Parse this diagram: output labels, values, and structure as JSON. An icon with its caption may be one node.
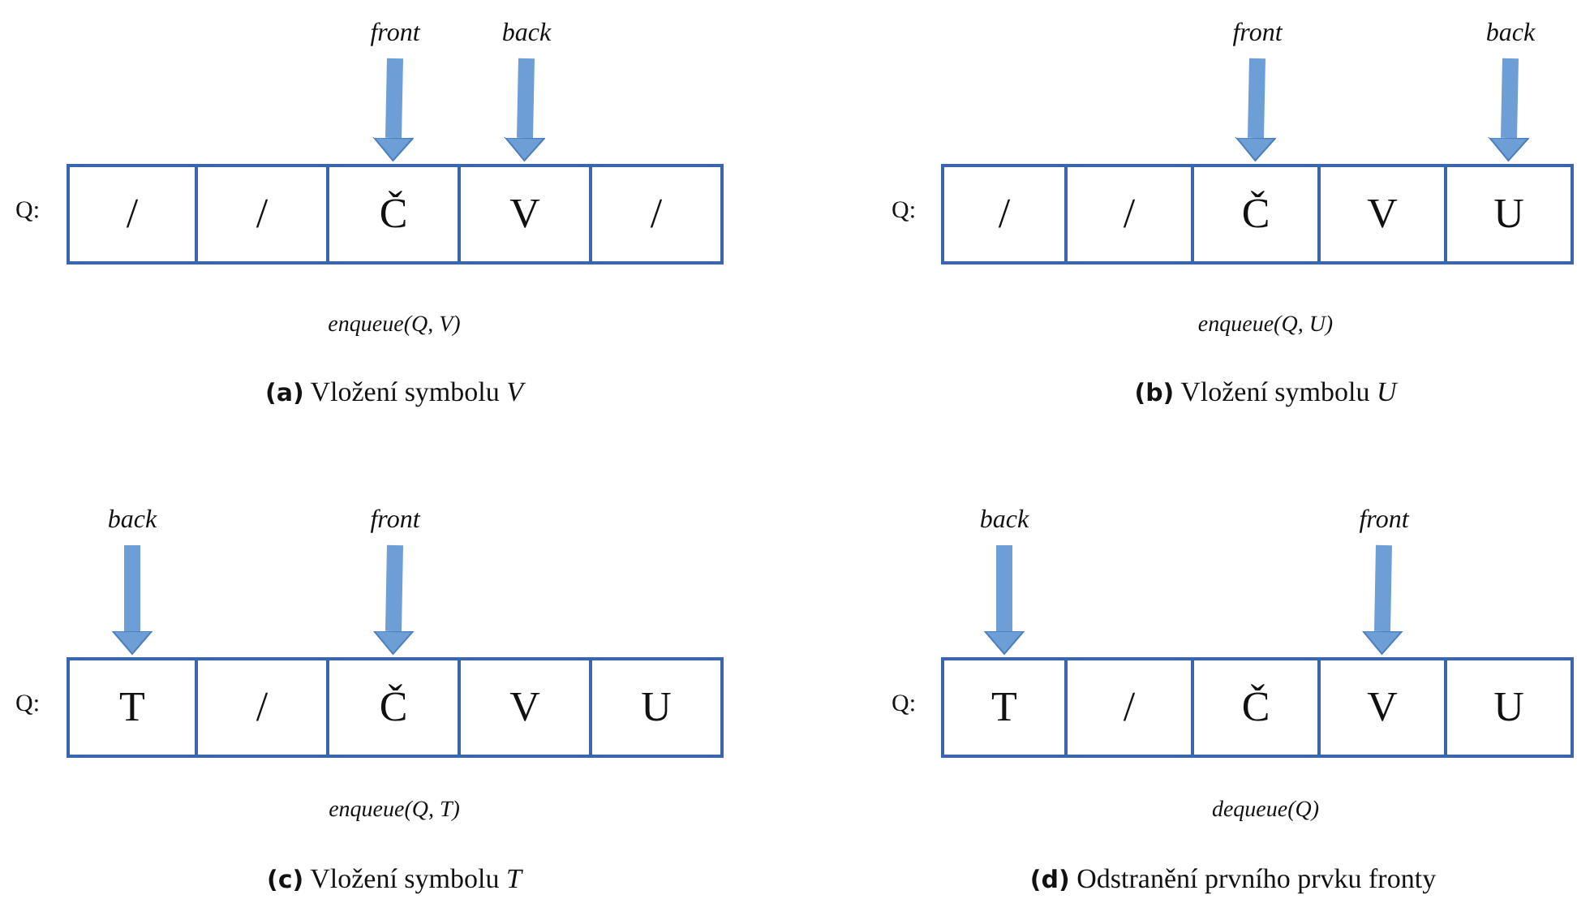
{
  "diagram": {
    "nodes": [
      {
        "text": [
          "front"
        ]
      },
      {
        "text": [
          "back"
        ]
      },
      {
        "text": [
          "/"
        ]
      },
      {
        "text": [
          "/"
        ]
      },
      {
        "text": [
          "Č"
        ]
      },
      {
        "text": [
          "V"
        ]
      },
      {
        "text": [
          "/"
        ]
      },
      {
        "text": [
          "front"
        ]
      },
      {
        "text": [
          "back"
        ]
      },
      {
        "text": [
          "/"
        ]
      },
      {
        "text": [
          "/"
        ]
      },
      {
        "text": [
          "Č"
        ]
      },
      {
        "text": [
          "V"
        ]
      },
      {
        "text": [
          "U"
        ]
      },
      {
        "text": [
          "back"
        ]
      },
      {
        "text": [
          "front"
        ]
      },
      {
        "text": [
          "T"
        ]
      },
      {
        "text": [
          "/"
        ]
      },
      {
        "text": [
          "Č"
        ]
      },
      {
        "text": [
          "V"
        ]
      },
      {
        "text": [
          "U"
        ]
      },
      {
        "text": [
          "back"
        ]
      },
      {
        "text": [
          "front"
        ]
      },
      {
        "text": [
          "T"
        ]
      },
      {
        "text": [
          "/"
        ]
      },
      {
        "text": [
          "Č"
        ]
      },
      {
        "text": [
          "V"
        ]
      },
      {
        "text": [
          "U"
        ]
      }
    ],
    "edges": [
      {
        "from": 0,
        "to": 4,
        "arrow": "to"
      },
      {
        "from": 1,
        "to": 5,
        "arrow": "to"
      },
      {
        "from": 7,
        "to": 11,
        "arrow": "to"
      },
      {
        "from": 8,
        "to": 13,
        "arrow": "to"
      },
      {
        "from": 14,
        "to": 16,
        "arrow": "to"
      },
      {
        "from": 15,
        "to": 18,
        "arrow": "to"
      },
      {
        "from": 21,
        "to": 23,
        "arrow": "to"
      },
      {
        "from": 22,
        "to": 26,
        "arrow": "to"
      }
    ],
    "labels": [
      "Q:",
      "Q:",
      "enqueue(Q, V)",
      "enqueue(Q, U)",
      "**(a)** Vložení symbolu *V*",
      "**(b)** Vložení symbolu *U*",
      "Q:",
      "Q:",
      "enqueue(Q, T)",
      "dequeue(Q)",
      "**(c)** Vložení symbolu *T*",
      "**(d)** Odstranění prvního prvku fronty"
    ]
  }
}
